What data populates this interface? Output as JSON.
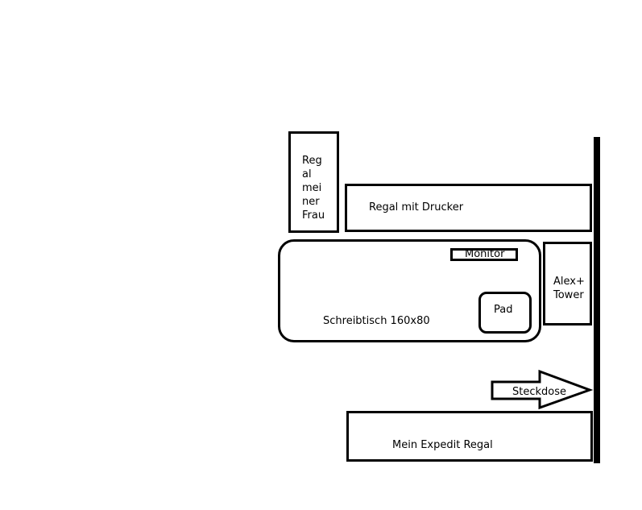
{
  "regal_frau": {
    "lines": [
      "Reg",
      "al",
      "mei",
      "ner",
      "Frau"
    ]
  },
  "regal_drucker": {
    "label": "Regal mit Drucker"
  },
  "desk": {
    "label": "Schreibtisch 160x80"
  },
  "monitor": {
    "label": "Monitor"
  },
  "pad": {
    "label": "Pad"
  },
  "tower": {
    "lines": [
      "Alex+",
      "Tower"
    ]
  },
  "outlet": {
    "label": "Steckdose"
  },
  "expedit": {
    "label": "Mein Expedit Regal"
  }
}
